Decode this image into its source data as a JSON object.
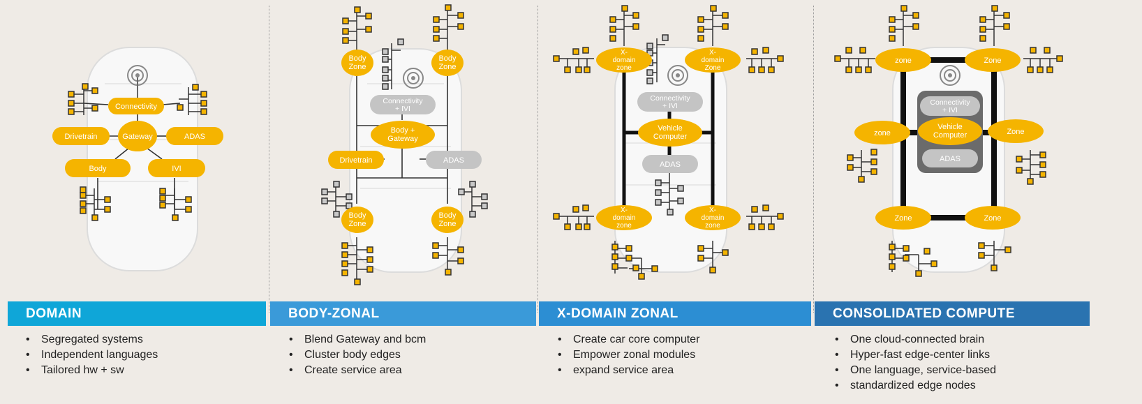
{
  "colors": {
    "background": "#efebe6",
    "node_orange": "#f5b400",
    "node_gray": "#c4c4c4",
    "banner1": "#0fa6d8",
    "banner2": "#3a9ad9",
    "banner3": "#2c8ed3",
    "banner4": "#2a73b0"
  },
  "panels": [
    {
      "title": "DOMAIN",
      "bullets": [
        "Segregated systems",
        "Independent languages",
        "Tailored hw + sw"
      ],
      "nodes": {
        "connectivity": "Connectivity",
        "gateway": "Gateway",
        "drivetrain": "Drivetrain",
        "adas": "ADAS",
        "body": "Body",
        "ivi": "IVI"
      }
    },
    {
      "title": "BODY-ZONAL",
      "bullets": [
        "Blend Gateway and bcm",
        "Cluster body edges",
        "Create service area"
      ],
      "nodes": {
        "body_zone_tl": [
          "Body",
          "Zone"
        ],
        "body_zone_tr": [
          "Body",
          "Zone"
        ],
        "connectivity_ivi": [
          "Connectivity",
          "+ IVI"
        ],
        "body_gateway": [
          "Body +",
          "Gateway"
        ],
        "drivetrain": "Drivetrain",
        "adas": "ADAS",
        "body_zone_bl": [
          "Body",
          "Zone"
        ],
        "body_zone_br": [
          "Body",
          "Zone"
        ]
      }
    },
    {
      "title": "X-DOMAIN ZONAL",
      "bullets": [
        "Create car core computer",
        "Empower zonal modules",
        "expand service area"
      ],
      "nodes": {
        "xdomain_tl": [
          "X-",
          "domain",
          "zone"
        ],
        "xdomain_tr": [
          "X-",
          "domain",
          "Zone"
        ],
        "connectivity_ivi": [
          "Connectivity",
          "+ IVI"
        ],
        "vehicle_computer": [
          "Vehicle",
          "Computer"
        ],
        "adas": "ADAS",
        "xdomain_bl": [
          "X-",
          "domain",
          "zone"
        ],
        "xdomain_br": [
          "X-",
          "domain",
          "zone"
        ]
      }
    },
    {
      "title": "CONSOLIDATED COMPUTE",
      "bullets": [
        "One cloud-connected brain",
        "Hyper-fast edge-center links",
        "One language, service-based",
        "standardized edge nodes"
      ],
      "nodes": {
        "zone_tl": "zone",
        "zone_tr": "Zone",
        "connectivity_ivi": [
          "Connectivity",
          "+ IVI"
        ],
        "vehicle_computer": [
          "Vehicle",
          "Computer"
        ],
        "adas": "ADAS",
        "zone_ml": "zone",
        "zone_mr": "Zone",
        "zone_bl": "Zone",
        "zone_br": "Zone"
      }
    }
  ]
}
